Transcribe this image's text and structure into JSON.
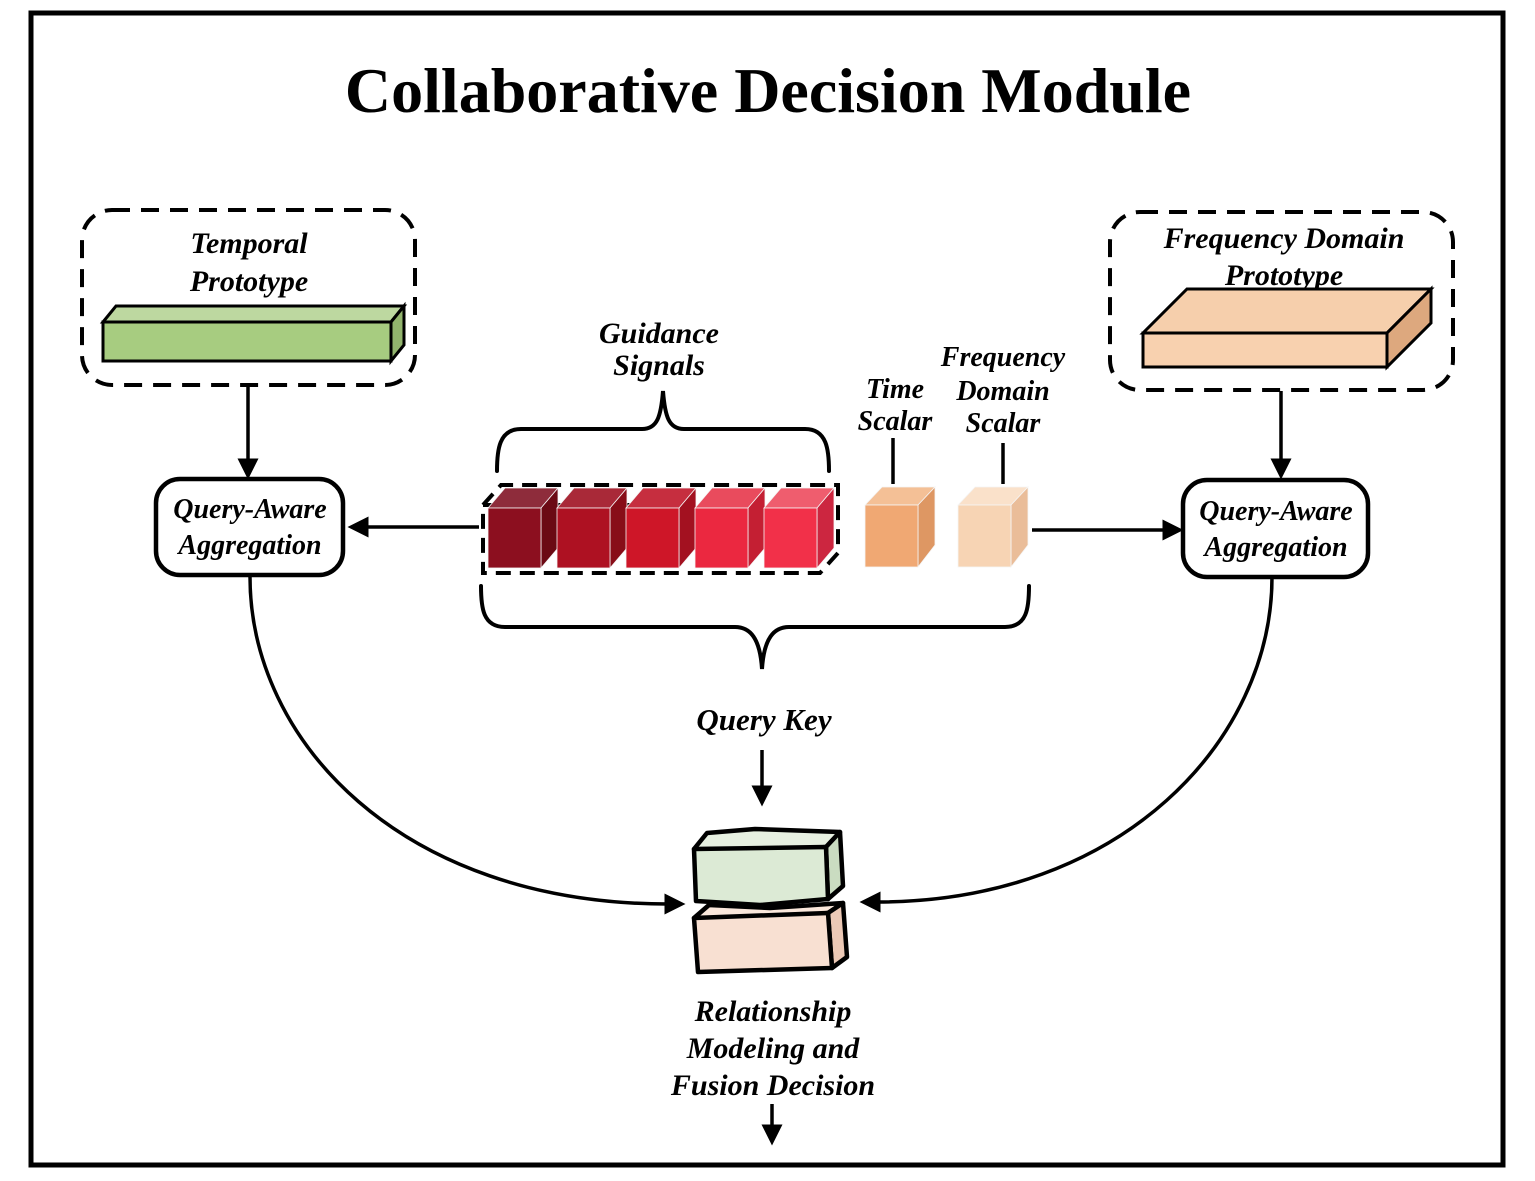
{
  "title": "Collaborative Decision Module",
  "temporal_prototype": {
    "label_line1": "Temporal",
    "label_line2": "Prototype",
    "box_fill": "#dce8f5",
    "bar": {
      "top": "#bdd8a0",
      "front": "#a7cc80",
      "side": "#92b46d"
    }
  },
  "frequency_prototype": {
    "label_line1": "Frequency Domain",
    "label_line2": "Prototype",
    "box_fill": "#f1f1f0",
    "slab": {
      "top": "#f6cfac",
      "front": "#f8d1af",
      "side": "#dda87e"
    }
  },
  "guidance_signals": {
    "label_line1": "Guidance",
    "label_line2": "Signals",
    "cubes": [
      {
        "front": "#8c0f1f",
        "top": "#8e2c3b",
        "side": "#6b0a14"
      },
      {
        "front": "#ae1122",
        "top": "#a92938",
        "side": "#880d18"
      },
      {
        "front": "#ce1628",
        "top": "#c62e3f",
        "side": "#a31120"
      },
      {
        "front": "#eb2840",
        "top": "#e94b5d",
        "side": "#c41f33"
      },
      {
        "front": "#f23049",
        "top": "#ef5d6e",
        "side": "#cc2640"
      }
    ]
  },
  "time_scalar": {
    "label_line1": "Time",
    "label_line2": "Scalar",
    "cube": {
      "front": "#f0a873",
      "top": "#f4c096",
      "side": "#de9763"
    }
  },
  "frequency_scalar": {
    "label_line1": "Frequency",
    "label_line2": "Domain",
    "label_line3": "Scalar",
    "cube": {
      "front": "#f7d4b4",
      "top": "#fae1ca",
      "side": "#eabd99"
    }
  },
  "aggregation_left": {
    "label_line1": "Query-Aware",
    "label_line2": "Aggregation",
    "box_fill": "#fdf3d3"
  },
  "aggregation_right": {
    "label_line1": "Query-Aware",
    "label_line2": "Aggregation",
    "box_fill": "#fdf3d3"
  },
  "query_key": {
    "label": "Query Key"
  },
  "fusion_stack": {
    "green_slab": {
      "top": "#e7f0e1",
      "front": "#dcead5",
      "side": "#cadcc1"
    },
    "peach_slab": {
      "top": "#fae7db",
      "front": "#f8e0d2",
      "side": "#ecc9b6"
    }
  },
  "fusion": {
    "label_line1": "Relationship",
    "label_line2": "Modeling and",
    "label_line3": "Fusion Decision"
  }
}
